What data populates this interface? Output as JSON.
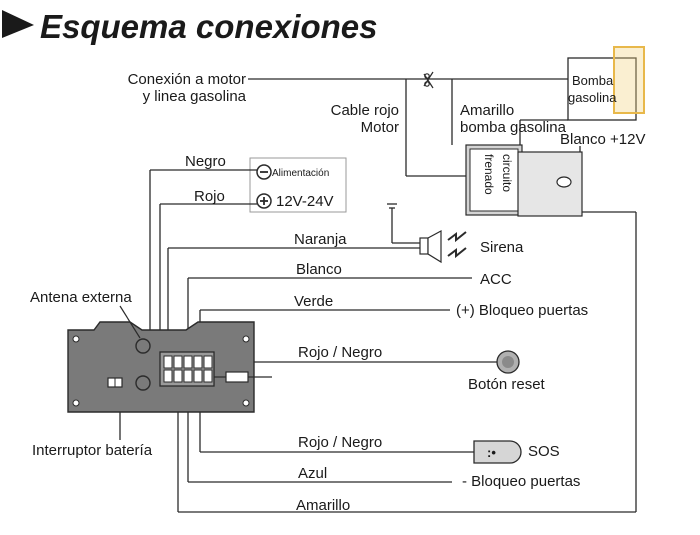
{
  "title": "Esquema conexiones",
  "labels": {
    "motor_line_1": "Conexión a motor",
    "motor_line_2": "y linea gasolina",
    "red_cable_1": "Cable rojo",
    "red_cable_2": "Motor",
    "yellow_pump_1": "Amarillo",
    "yellow_pump_2": "bomba gasolina",
    "white_12v": "Blanco +12V",
    "pump_1": "Bomba",
    "pump_2": "gasolina",
    "brake_circuit_1": "circuito",
    "brake_circuit_2": "frenado",
    "negro": "Negro",
    "rojo": "Rojo",
    "power_title": "Alimentación",
    "power_voltage": "12V-24V",
    "naranja": "Naranja",
    "sirena": "Sirena",
    "blanco": "Blanco",
    "acc": "ACC",
    "verde": "Verde",
    "lock_plus": "(+) Bloqueo puertas",
    "antena": "Antena externa",
    "rojo_negro_1": "Rojo / Negro",
    "reset": "Botón reset",
    "interruptor": "Interruptor batería",
    "rojo_negro_2": "Rojo / Negro",
    "sos": "SOS",
    "azul": "Azul",
    "lock_minus": "- Bloqueo puertas",
    "amarillo": "Amarillo",
    "sos_button_text": ":•"
  },
  "colors": {
    "line": "#2b2b2b",
    "device_fill": "#7a7a7a",
    "relay_fill": "#e6e6e6",
    "highlight": "#e8b84a",
    "title_arrow": "#1a1a1a"
  },
  "icons": [
    "title-arrow-icon",
    "scissors-icon",
    "minus-circle-icon",
    "plus-circle-icon",
    "ground-icon",
    "siren-icon",
    "reset-button-icon",
    "sos-button-icon",
    "antenna-icon",
    "battery-switch-icon"
  ]
}
